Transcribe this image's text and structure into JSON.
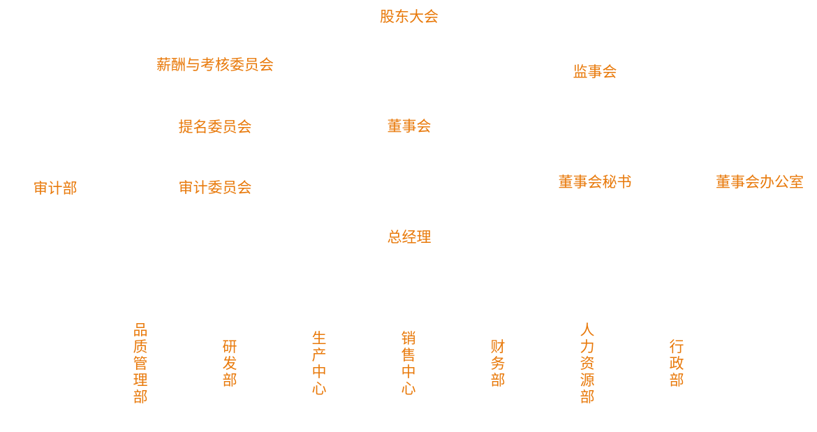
{
  "colors": {
    "text": "#e8790a"
  },
  "nodes": {
    "shareholders": "股东大会",
    "compensation_committee": "薪酬与考核委员会",
    "supervisory_board": "监事会",
    "nomination_committee": "提名委员会",
    "board": "董事会",
    "audit_dept": "审计部",
    "audit_committee": "审计委员会",
    "board_secretary": "董事会秘书",
    "board_office": "董事会办公室",
    "general_manager": "总经理"
  },
  "departments": [
    "品质管理部",
    "研发部",
    "生产中心",
    "销售中心",
    "财务部",
    "人力资源部",
    "行政部"
  ]
}
